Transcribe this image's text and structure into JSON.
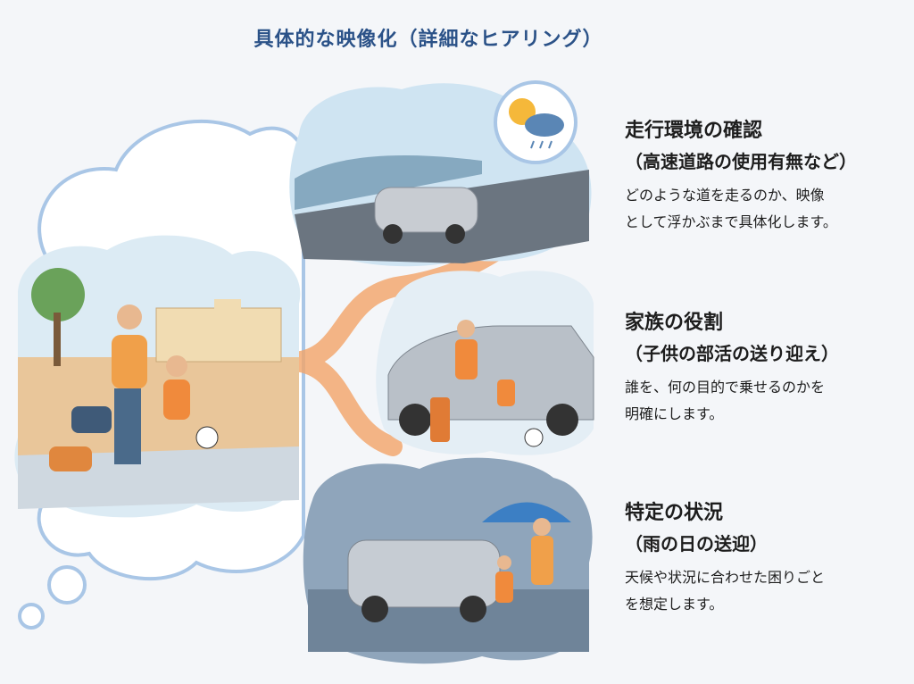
{
  "title": "具体的な映像化（詳細なヒアリング）",
  "sections": [
    {
      "heading": "走行環境の確認",
      "subheading": "（高速道路の使用有無など）",
      "body": [
        "どのような道を走るのか、映像",
        "として浮かぶまで具体化します。"
      ]
    },
    {
      "heading": "家族の役割",
      "subheading": "（子供の部活の送り迎え）",
      "body": [
        "誰を、何の目的で乗せるのかを",
        "明確にします。"
      ]
    },
    {
      "heading": "特定の状況",
      "subheading": "（雨の日の送迎）",
      "body": [
        "天候や状況に合わせた困りごと",
        "を想定します。"
      ]
    }
  ],
  "colors": {
    "title": "#2b5288",
    "accent": "#f08a3c",
    "cloud_outline": "#a9c6e6"
  }
}
